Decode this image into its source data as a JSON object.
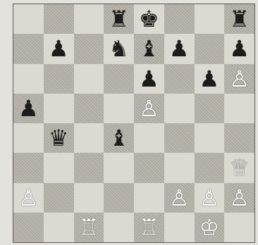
{
  "board": {
    "light_color": "#dcd9d2",
    "dark_color": "#bebab2",
    "ranks": [
      [
        "",
        "",
        "",
        "r",
        "k",
        "",
        "",
        "r"
      ],
      [
        "",
        "p",
        "",
        "n",
        "b",
        "p",
        "",
        "p"
      ],
      [
        "",
        "",
        "",
        "",
        "p",
        "",
        "p",
        "P"
      ],
      [
        "p",
        "",
        "",
        "",
        "P",
        "",
        "",
        ""
      ],
      [
        "",
        "q",
        "",
        "b",
        "",
        "",
        "",
        ""
      ],
      [
        "",
        "",
        "",
        "",
        "",
        "",
        "",
        "Q"
      ],
      [
        "P",
        "",
        "",
        "",
        "",
        "P",
        "P",
        "P"
      ],
      [
        "",
        "",
        "R",
        "",
        "R",
        "",
        "K",
        ""
      ]
    ]
  },
  "glyphs": {
    "k": "♚",
    "q": "♛",
    "r": "♜",
    "b": "♝",
    "n": "♞",
    "p": "♟",
    "K": "♔",
    "Q": "♕",
    "R": "♖",
    "B": "♗",
    "N": "♘",
    "P": "♙"
  },
  "piece_names": {
    "k": "king",
    "q": "queen",
    "r": "rook",
    "b": "bishop",
    "n": "knight",
    "p": "pawn"
  }
}
